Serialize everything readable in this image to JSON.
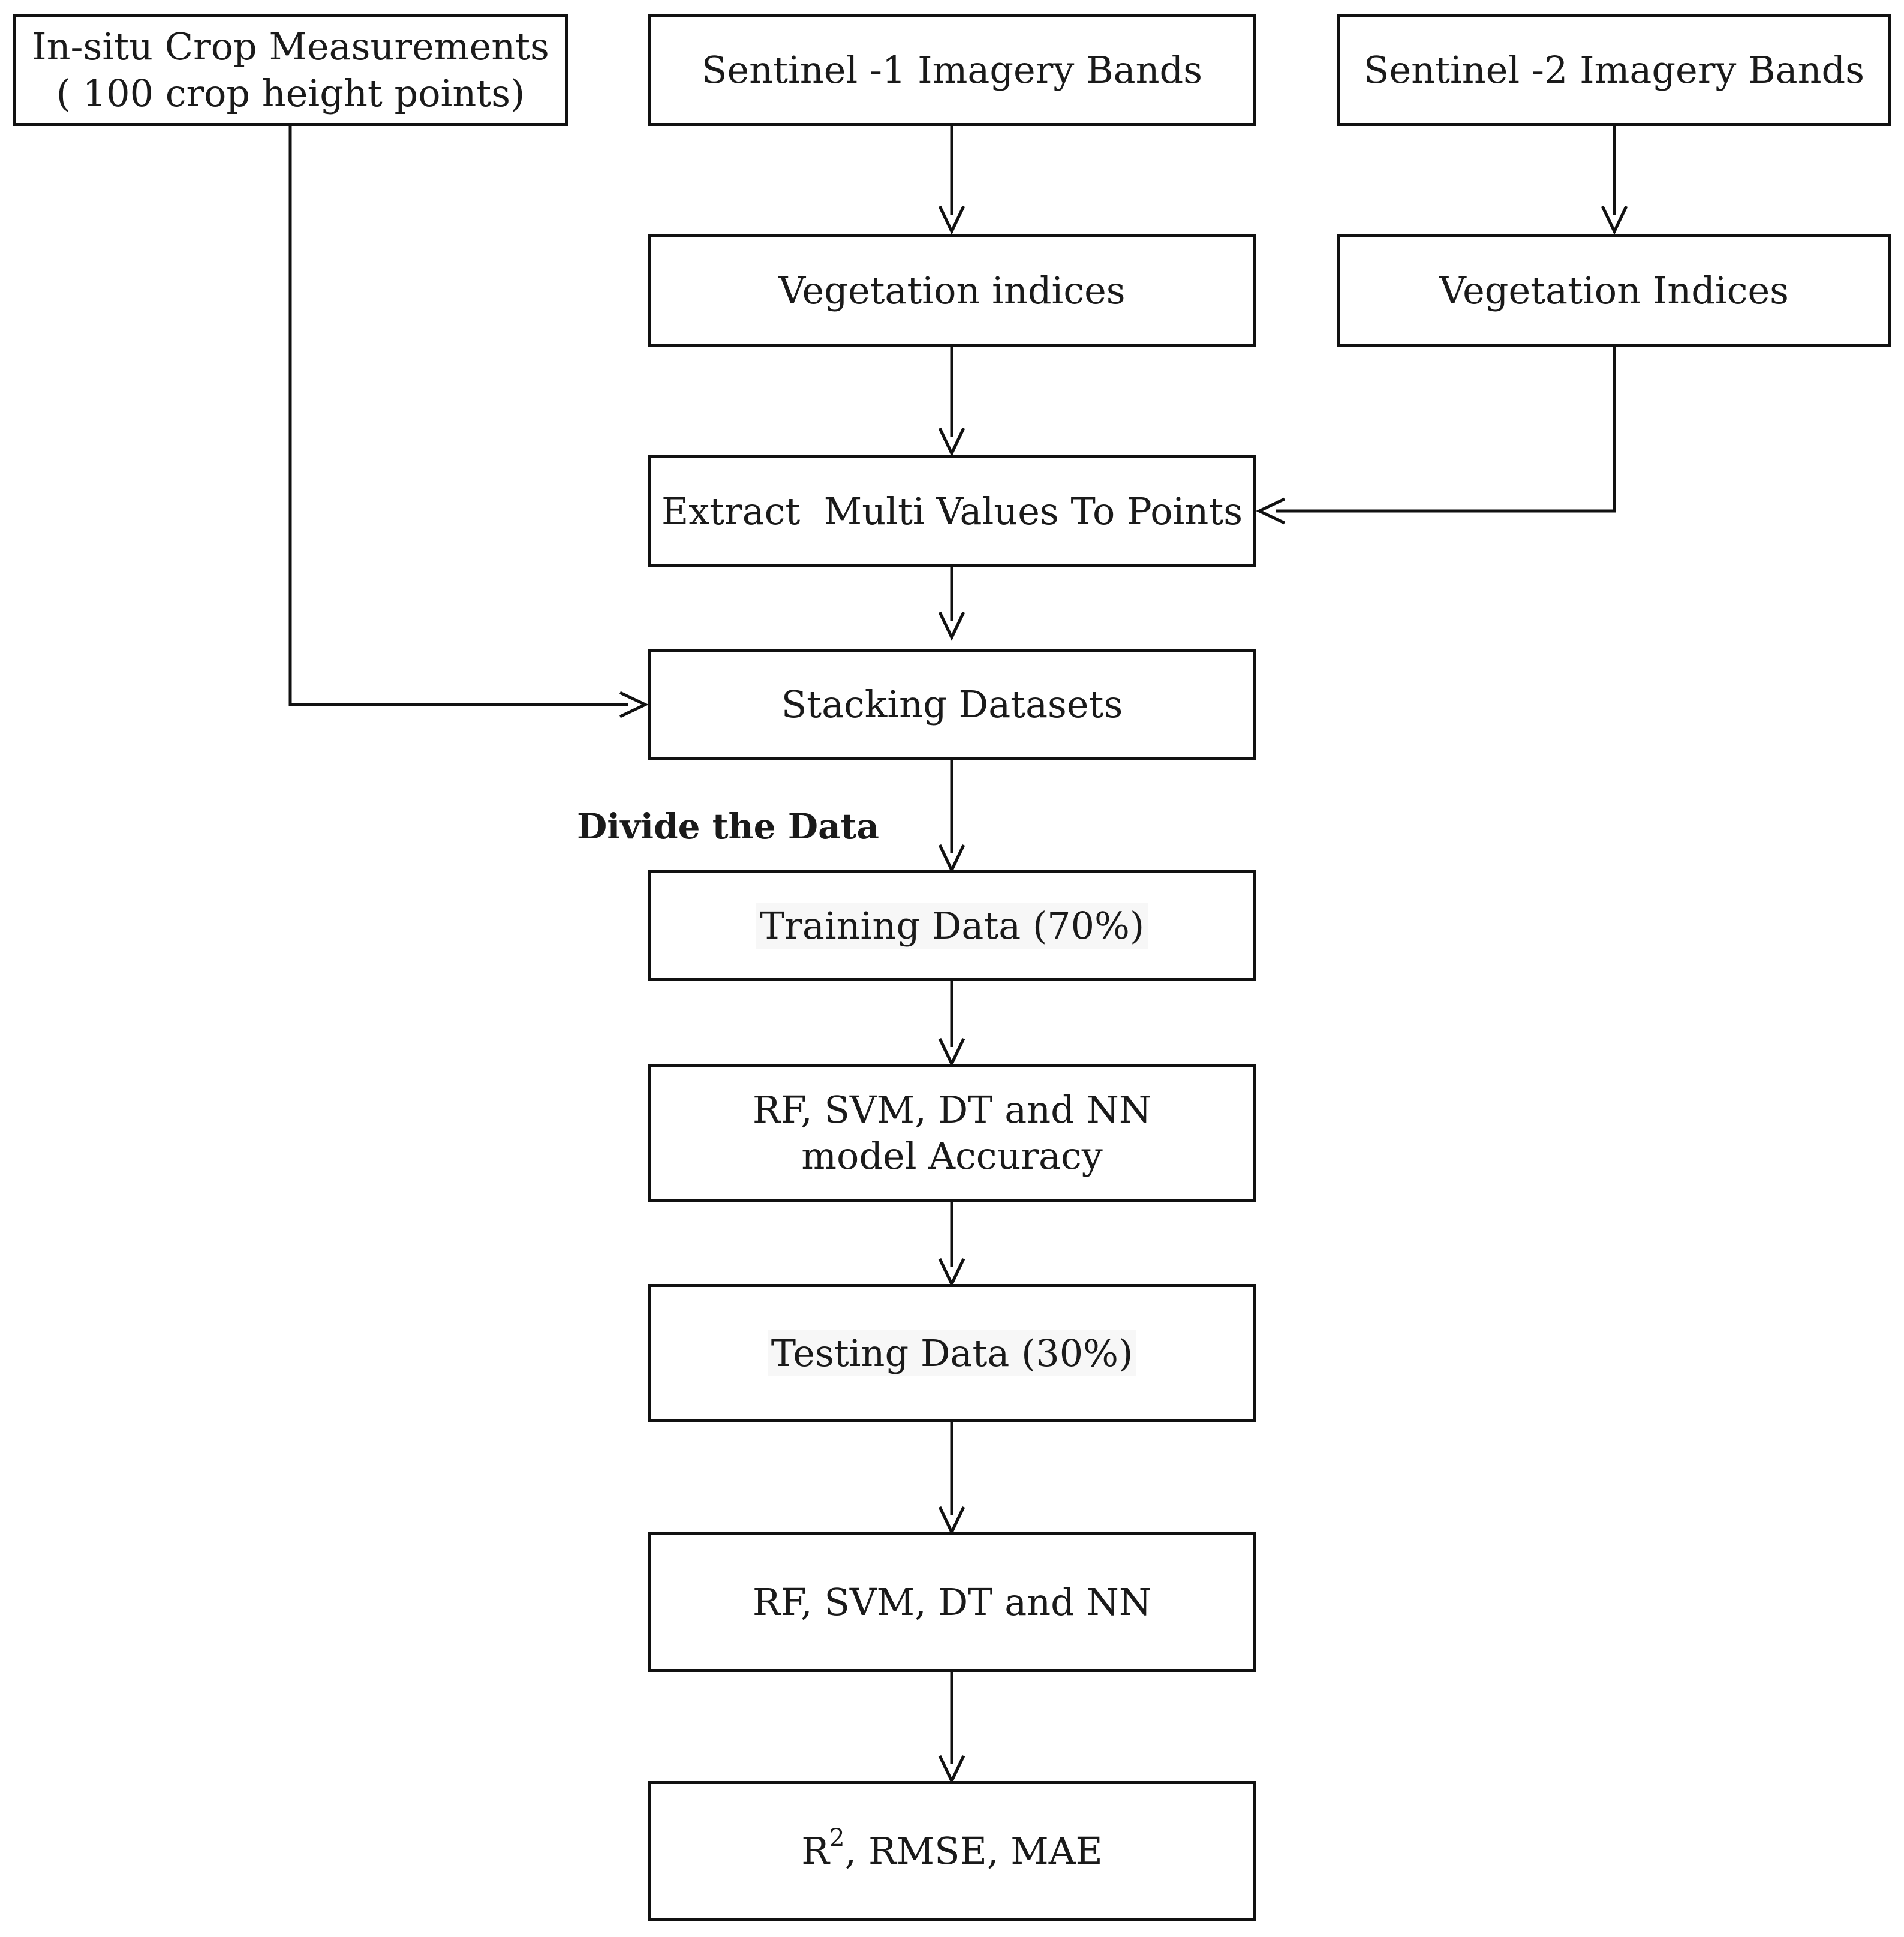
{
  "nodes": {
    "insitu": {
      "line1": "In-situ Crop Measurements",
      "line2": "( 100 crop height points)"
    },
    "s1_bands": "Sentinel -1 Imagery Bands",
    "s2_bands": "Sentinel -2 Imagery Bands",
    "s1_vi": "Vegetation indices",
    "s2_vi": "Vegetation Indices",
    "extract": "Extract  Multi Values To Points",
    "stacking": "Stacking Datasets",
    "training": "Training Data (70%)",
    "accuracy": {
      "line1": "RF, SVM, DT and NN",
      "line2": "model Accuracy"
    },
    "testing": "Testing Data (30%)",
    "models": "RF, SVM, DT and NN",
    "metrics": {
      "r": "R",
      "sup": "2",
      "rest": ", RMSE, MAE"
    }
  },
  "labels": {
    "divide": "Divide the Data"
  },
  "colors": {
    "stroke": "#111111",
    "text": "#1a1a1a",
    "highlight": "#f7f7f7"
  }
}
